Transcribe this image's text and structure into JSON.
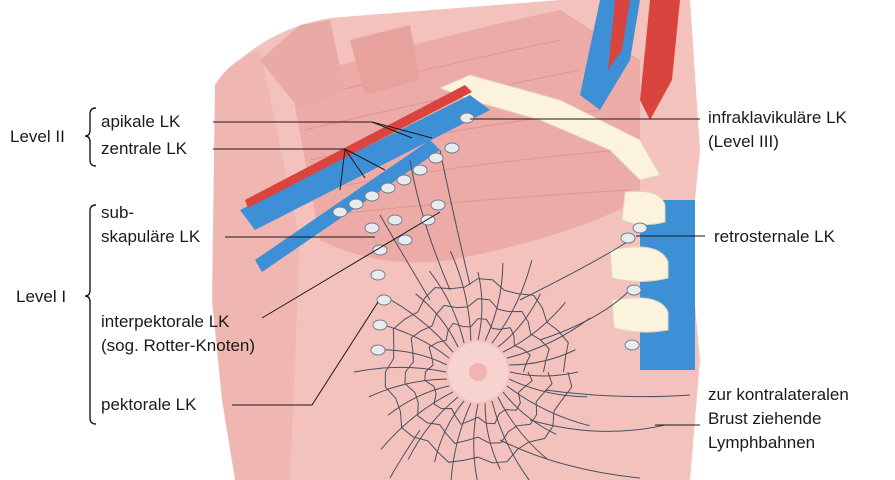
{
  "levels": {
    "level_2": "Level II",
    "level_1": "Level I"
  },
  "labels": {
    "apikale": "apikale LK",
    "zentrale": "zentrale LK",
    "subskapulare_line1": "sub-",
    "subskapulare_line2": "skapuläre LK",
    "interpektorale_line1": "interpektorale LK",
    "interpektorale_line2": "(sog. Rotter-Knoten)",
    "pektorale": "pektorale LK",
    "infraklavikulare_line1": "infraklavikuläre LK",
    "infraklavikulare_line2": "(Level III)",
    "retrosternale": "retrosternale LK",
    "lymphbahnen_line1": "zur kontralateralen",
    "lymphbahnen_line2": "Brust ziehende",
    "lymphbahnen_line3": "Lymphbahnen"
  },
  "colors": {
    "skin": "#f3c2bd",
    "muscle": "#eaa7a3",
    "artery": "#d9443e",
    "vein": "#3d8fd6",
    "bone": "#fbf3dc",
    "node": "#e9ecef",
    "lymph_vessel": "#4a5060"
  }
}
